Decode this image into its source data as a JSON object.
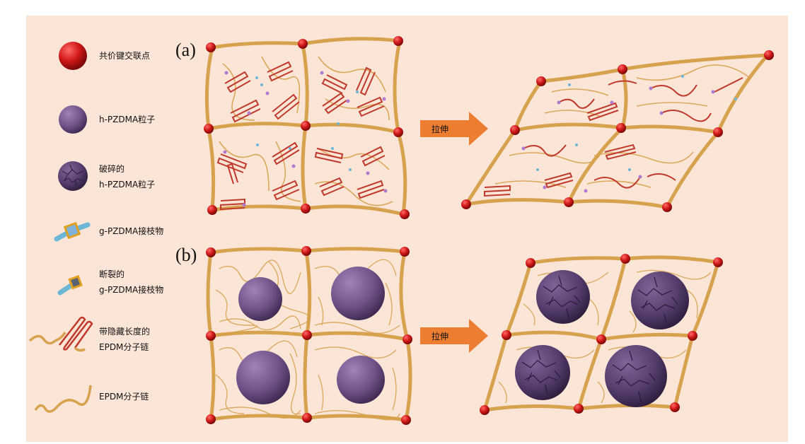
{
  "panel_labels": {
    "a": "(a)",
    "b": "(b)"
  },
  "arrow_label_a": "拉伸",
  "arrow_label_b": "拉伸",
  "legend": {
    "crosslink": "共价键交联点",
    "particle": "h-PZDMA粒子",
    "broken_particle_line1": "破碎的",
    "broken_particle_line2": "h-PZDMA粒子",
    "graft": "g-PZDMA接枝物",
    "broken_graft_line1": "断裂的",
    "broken_graft_line2": "g-PZDMA接枝物",
    "hidden_chain_line1": "带隐藏长度的",
    "hidden_chain_line2": "EPDM分子链",
    "chain": "EPDM分子链"
  },
  "colors": {
    "background": "#fbe5d6",
    "frame": "#d4a04a",
    "chain": "#d7a24e",
    "hidden": "#c0392b",
    "crosslink": "#c81414",
    "particle": "#6f5288",
    "arrow": "#ed7d31",
    "graft_blue": "#6cb6d6",
    "graft_dot": "#b07ad0"
  }
}
